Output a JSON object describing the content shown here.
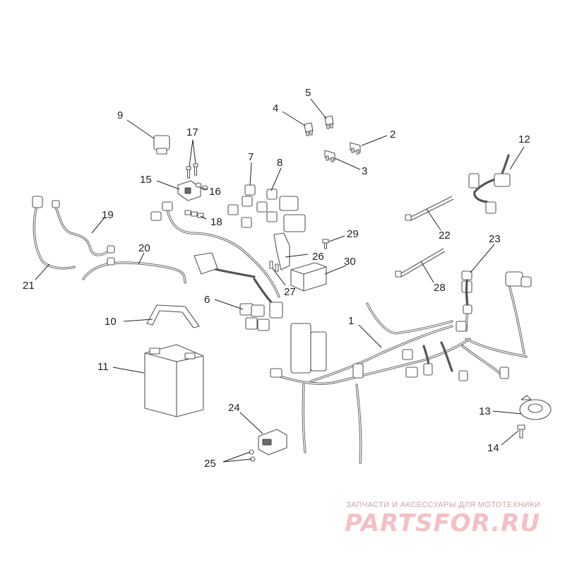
{
  "diagram": {
    "callouts": [
      "1",
      "2",
      "3",
      "4",
      "5",
      "6",
      "7",
      "8",
      "9",
      "10",
      "11",
      "12",
      "13",
      "14",
      "15",
      "16",
      "17",
      "18",
      "19",
      "20",
      "21",
      "22",
      "23",
      "24",
      "25",
      "26",
      "27",
      "28",
      "29",
      "30"
    ]
  },
  "watermark": {
    "tagline": "ЗАПЧАСТИ И АКСЕССУАРЫ ДЛЯ МОТОТЕХНИКИ",
    "brand": "PARTSFOR.RU"
  },
  "colors": {
    "line": "#555555",
    "text": "#222222",
    "watermark_brand": "#f3c0c6",
    "watermark_tagline": "#c9a3a6"
  }
}
